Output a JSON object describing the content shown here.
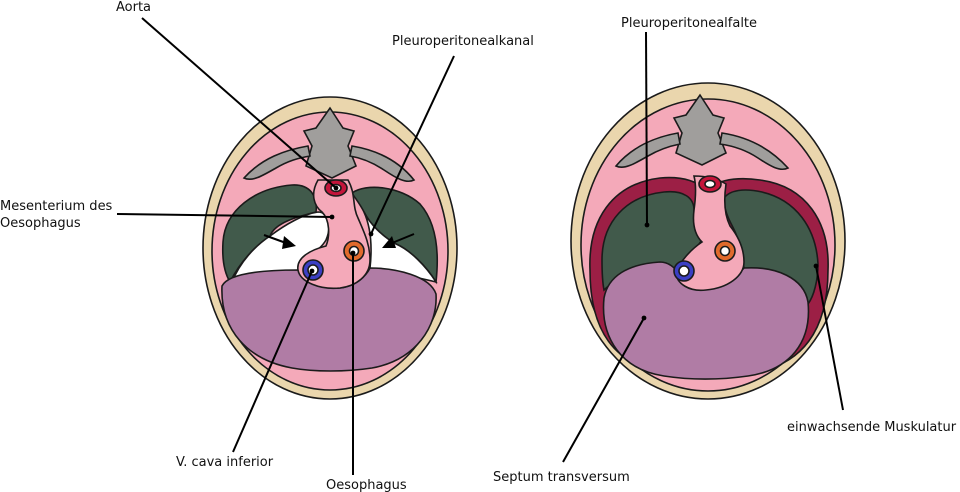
{
  "colors": {
    "skin": "#ead6ad",
    "body_wall": "#f4a9b9",
    "vertebra": "#a09e9c",
    "lung": "#415a4b",
    "liver": "#b07ca5",
    "aorta": "#c4153b",
    "oesophagus": "#e06a2c",
    "vena_cava": "#3b3fc4",
    "muscle": "#9c1f45",
    "line": "#000000"
  },
  "left_panel": {
    "labels": {
      "aorta": "Aorta",
      "mesenterium_line1": "Mesenterium des",
      "mesenterium_line2": "Oesophagus",
      "canal": "Pleuroperitonealkanal",
      "vena_cava": "V. cava inferior",
      "oesophagus": "Oesophagus"
    }
  },
  "right_panel": {
    "labels": {
      "fold": "Pleuroperitonealfalte",
      "muscle": "einwachsende Muskulatur",
      "septum": "Septum transversum"
    }
  }
}
